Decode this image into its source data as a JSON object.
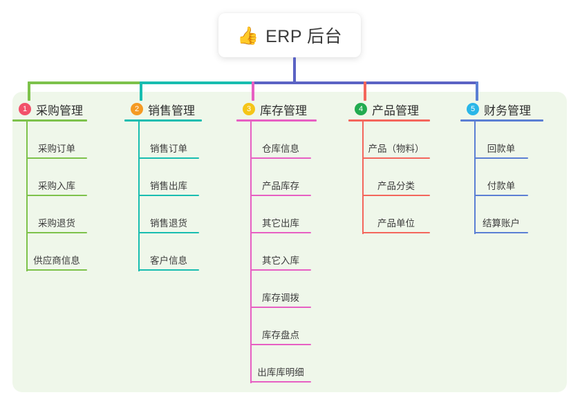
{
  "root": {
    "icon": "thumbs-up-icon",
    "emoji": "👍",
    "title": "ERP 后台"
  },
  "diagram": {
    "type": "mindmap-tree",
    "panel_background": "#eff7ea",
    "bus_color_root": "#5b63c4"
  },
  "columns": [
    {
      "number": "1",
      "title": "采购管理",
      "badge_color": "#f2516a",
      "rule_color": "#7dc24b",
      "connector_color": "#7dc24b",
      "items": [
        "采购订单",
        "采购入库",
        "采购退货",
        "供应商信息"
      ]
    },
    {
      "number": "2",
      "title": "销售管理",
      "badge_color": "#f59a23",
      "rule_color": "#18bdb0",
      "connector_color": "#18bdb0",
      "items": [
        "销售订单",
        "销售出库",
        "销售退货",
        "客户信息"
      ]
    },
    {
      "number": "3",
      "title": "库存管理",
      "badge_color": "#f5c518",
      "rule_color": "#e75fc3",
      "connector_color": "#e75fc3",
      "items": [
        "仓库信息",
        "产品库存",
        "其它出库",
        "其它入库",
        "库存调拨",
        "库存盘点",
        "出库库明细"
      ]
    },
    {
      "number": "4",
      "title": "产品管理",
      "badge_color": "#22ab50",
      "rule_color": "#f4665c",
      "connector_color": "#f4665c",
      "items": [
        "产品（物料）",
        "产品分类",
        "产品单位"
      ]
    },
    {
      "number": "5",
      "title": "财务管理",
      "badge_color": "#29b6e8",
      "rule_color": "#5b7fd4",
      "connector_color": "#5b7fd4",
      "items": [
        "回款单",
        "付款单",
        "结算账户"
      ]
    }
  ]
}
